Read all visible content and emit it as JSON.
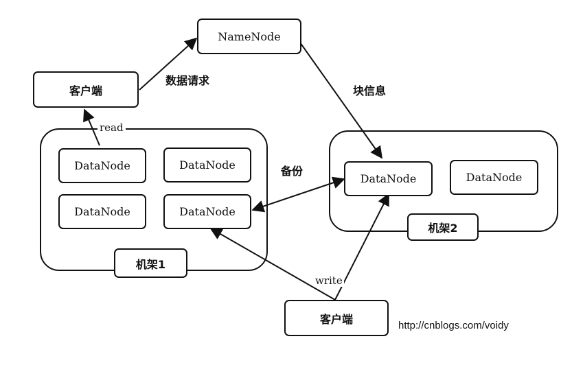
{
  "nodes": {
    "namenode": "NameNode",
    "client_top": "客户端",
    "client_bottom": "客户端",
    "datanode_label": "DataNode",
    "rack1": "机架1",
    "rack2": "机架2"
  },
  "edges": {
    "data_request": "数据请求",
    "block_info": "块信息",
    "read": "read",
    "write": "write",
    "backup": "备份"
  },
  "watermark": "http://cnblogs.com/voidy"
}
